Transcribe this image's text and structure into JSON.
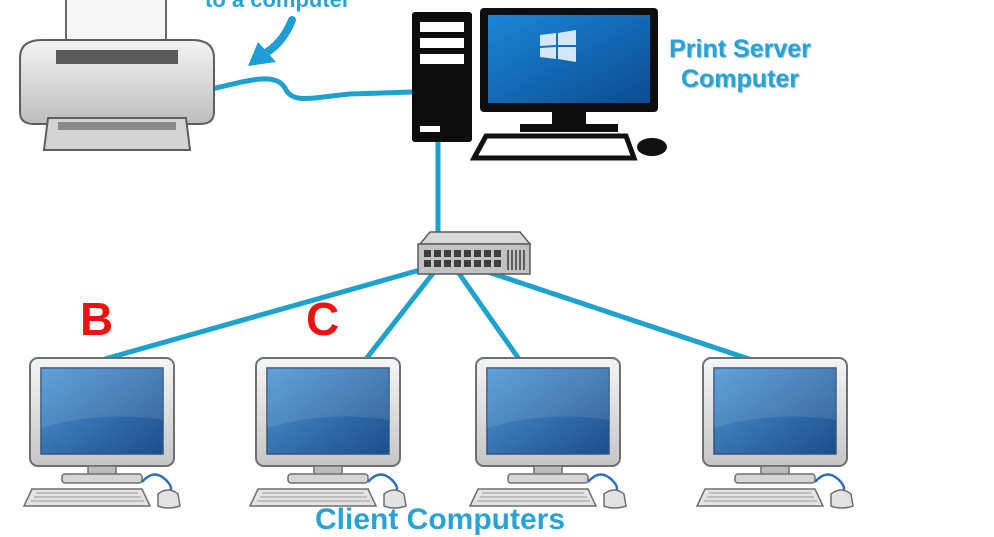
{
  "labels": {
    "print_server": [
      "Print Server",
      "Computer"
    ],
    "client_b": "B",
    "client_c": "C",
    "top_caption_cut": "to a computer",
    "bottom_caption_cut": "Client Computers"
  },
  "colors": {
    "cable": "#1da1cf",
    "label_blue": "#29a3d6",
    "letter_red": "#ee1111",
    "screen_blue": "#1f6fb5"
  },
  "icons": [
    "printer-icon",
    "tower-pc-icon",
    "monitor-icon",
    "keyboard-icon",
    "mouse-icon",
    "network-switch-icon",
    "client-computer-icon",
    "arrow-icon"
  ]
}
